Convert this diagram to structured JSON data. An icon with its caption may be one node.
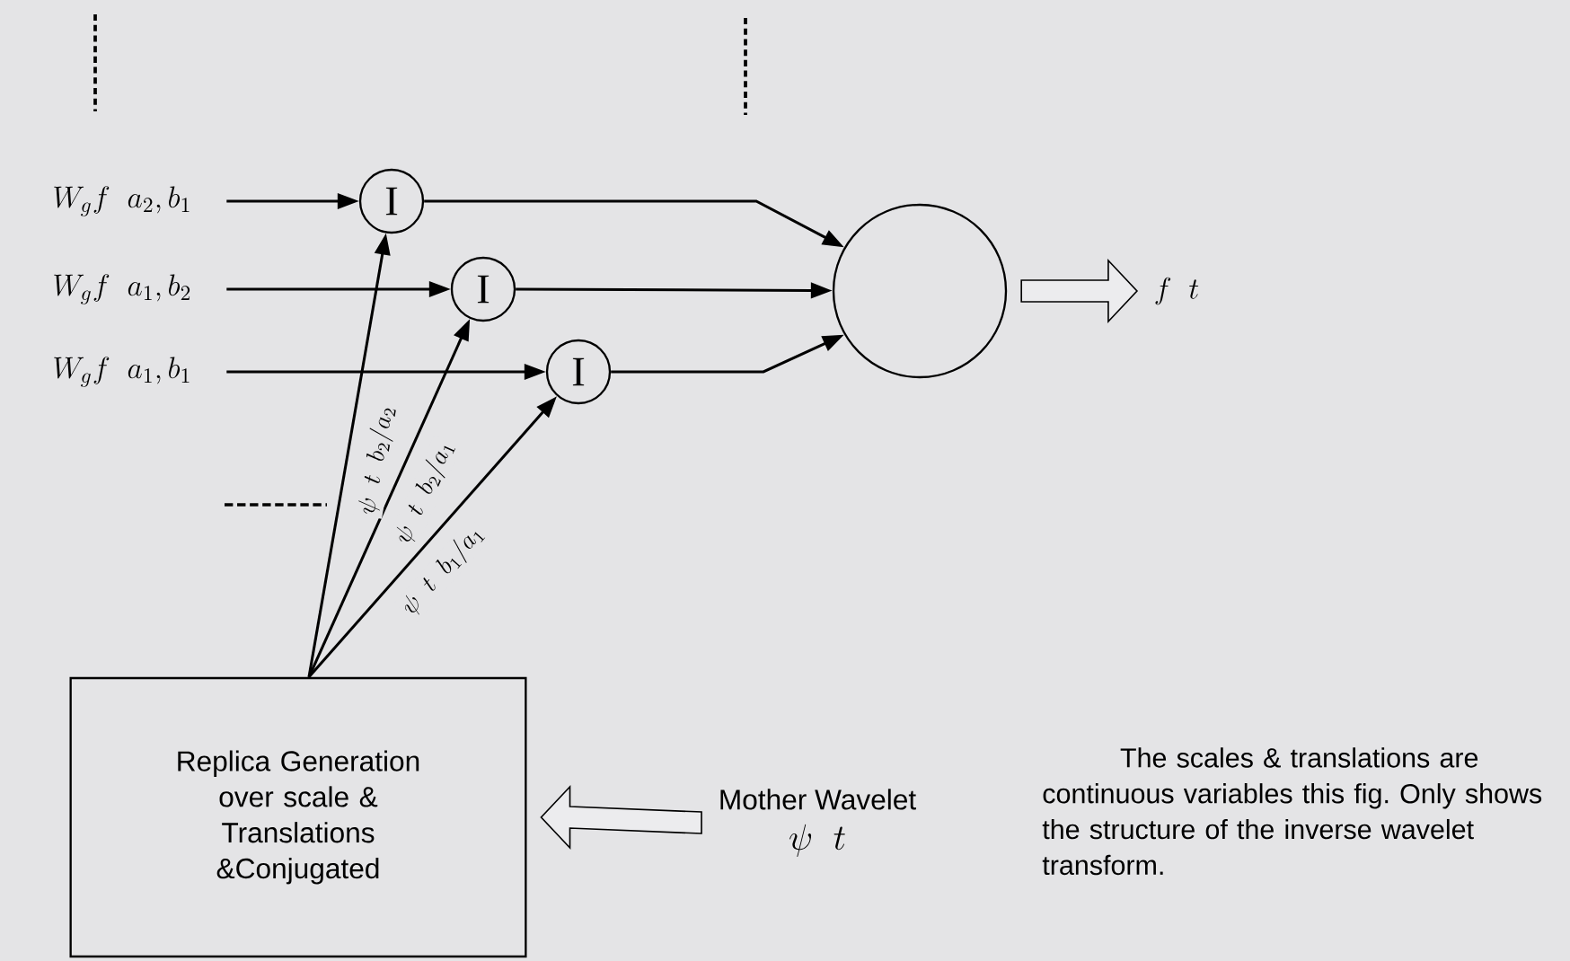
{
  "diagram": {
    "nodes": [
      {
        "text": [
          "W_g f\\;\\; a_2, b_1"
        ]
      },
      {
        "text": [
          "W_g f\\;\\; a_1, b_2"
        ]
      },
      {
        "text": [
          "W_g f\\;\\; a_1, b_1"
        ]
      },
      {
        "text": [
          "I"
        ]
      },
      {
        "text": [
          "I"
        ]
      },
      {
        "text": [
          "I"
        ]
      },
      {
        "text": [],
        "shape": "circle"
      },
      {
        "text": [
          "f\\;\\; t"
        ]
      },
      {
        "text": [
          "Replica Generation over scale & Translations &Conjugated"
        ]
      },
      {
        "text": [
          "Mother Wavelet",
          "\\psi\\;\\; t"
        ]
      }
    ],
    "edges": [
      {
        "from": 0,
        "to": 3,
        "arrow": "to"
      },
      {
        "from": 1,
        "to": 4,
        "arrow": "to"
      },
      {
        "from": 2,
        "to": 5,
        "arrow": "to"
      },
      {
        "from": 3,
        "to": 6,
        "arrow": "to"
      },
      {
        "from": 4,
        "to": 6,
        "arrow": "to"
      },
      {
        "from": 5,
        "to": 6,
        "arrow": "to"
      },
      {
        "from": 8,
        "to": 3,
        "arrow": "to",
        "label": "\\psi\\;\\; t\\;\\; b_2/a_2"
      },
      {
        "from": 8,
        "to": 4,
        "arrow": "to",
        "label": "\\psi\\;\\; t\\;\\; b_2/a_1"
      },
      {
        "from": 8,
        "to": 5,
        "arrow": "to",
        "label": "\\psi\\;\\; t\\;\\; b_1/a_1"
      },
      {
        "from": 6,
        "to": 7,
        "arrow": "to",
        "style": "thick"
      },
      {
        "from": 9,
        "to": 8,
        "arrow": "to",
        "style": "thick"
      }
    ],
    "labels": [
      "The scales & translations are continuous variables this fig. Only shows the structure of the inverse wavelet transform."
    ]
  }
}
